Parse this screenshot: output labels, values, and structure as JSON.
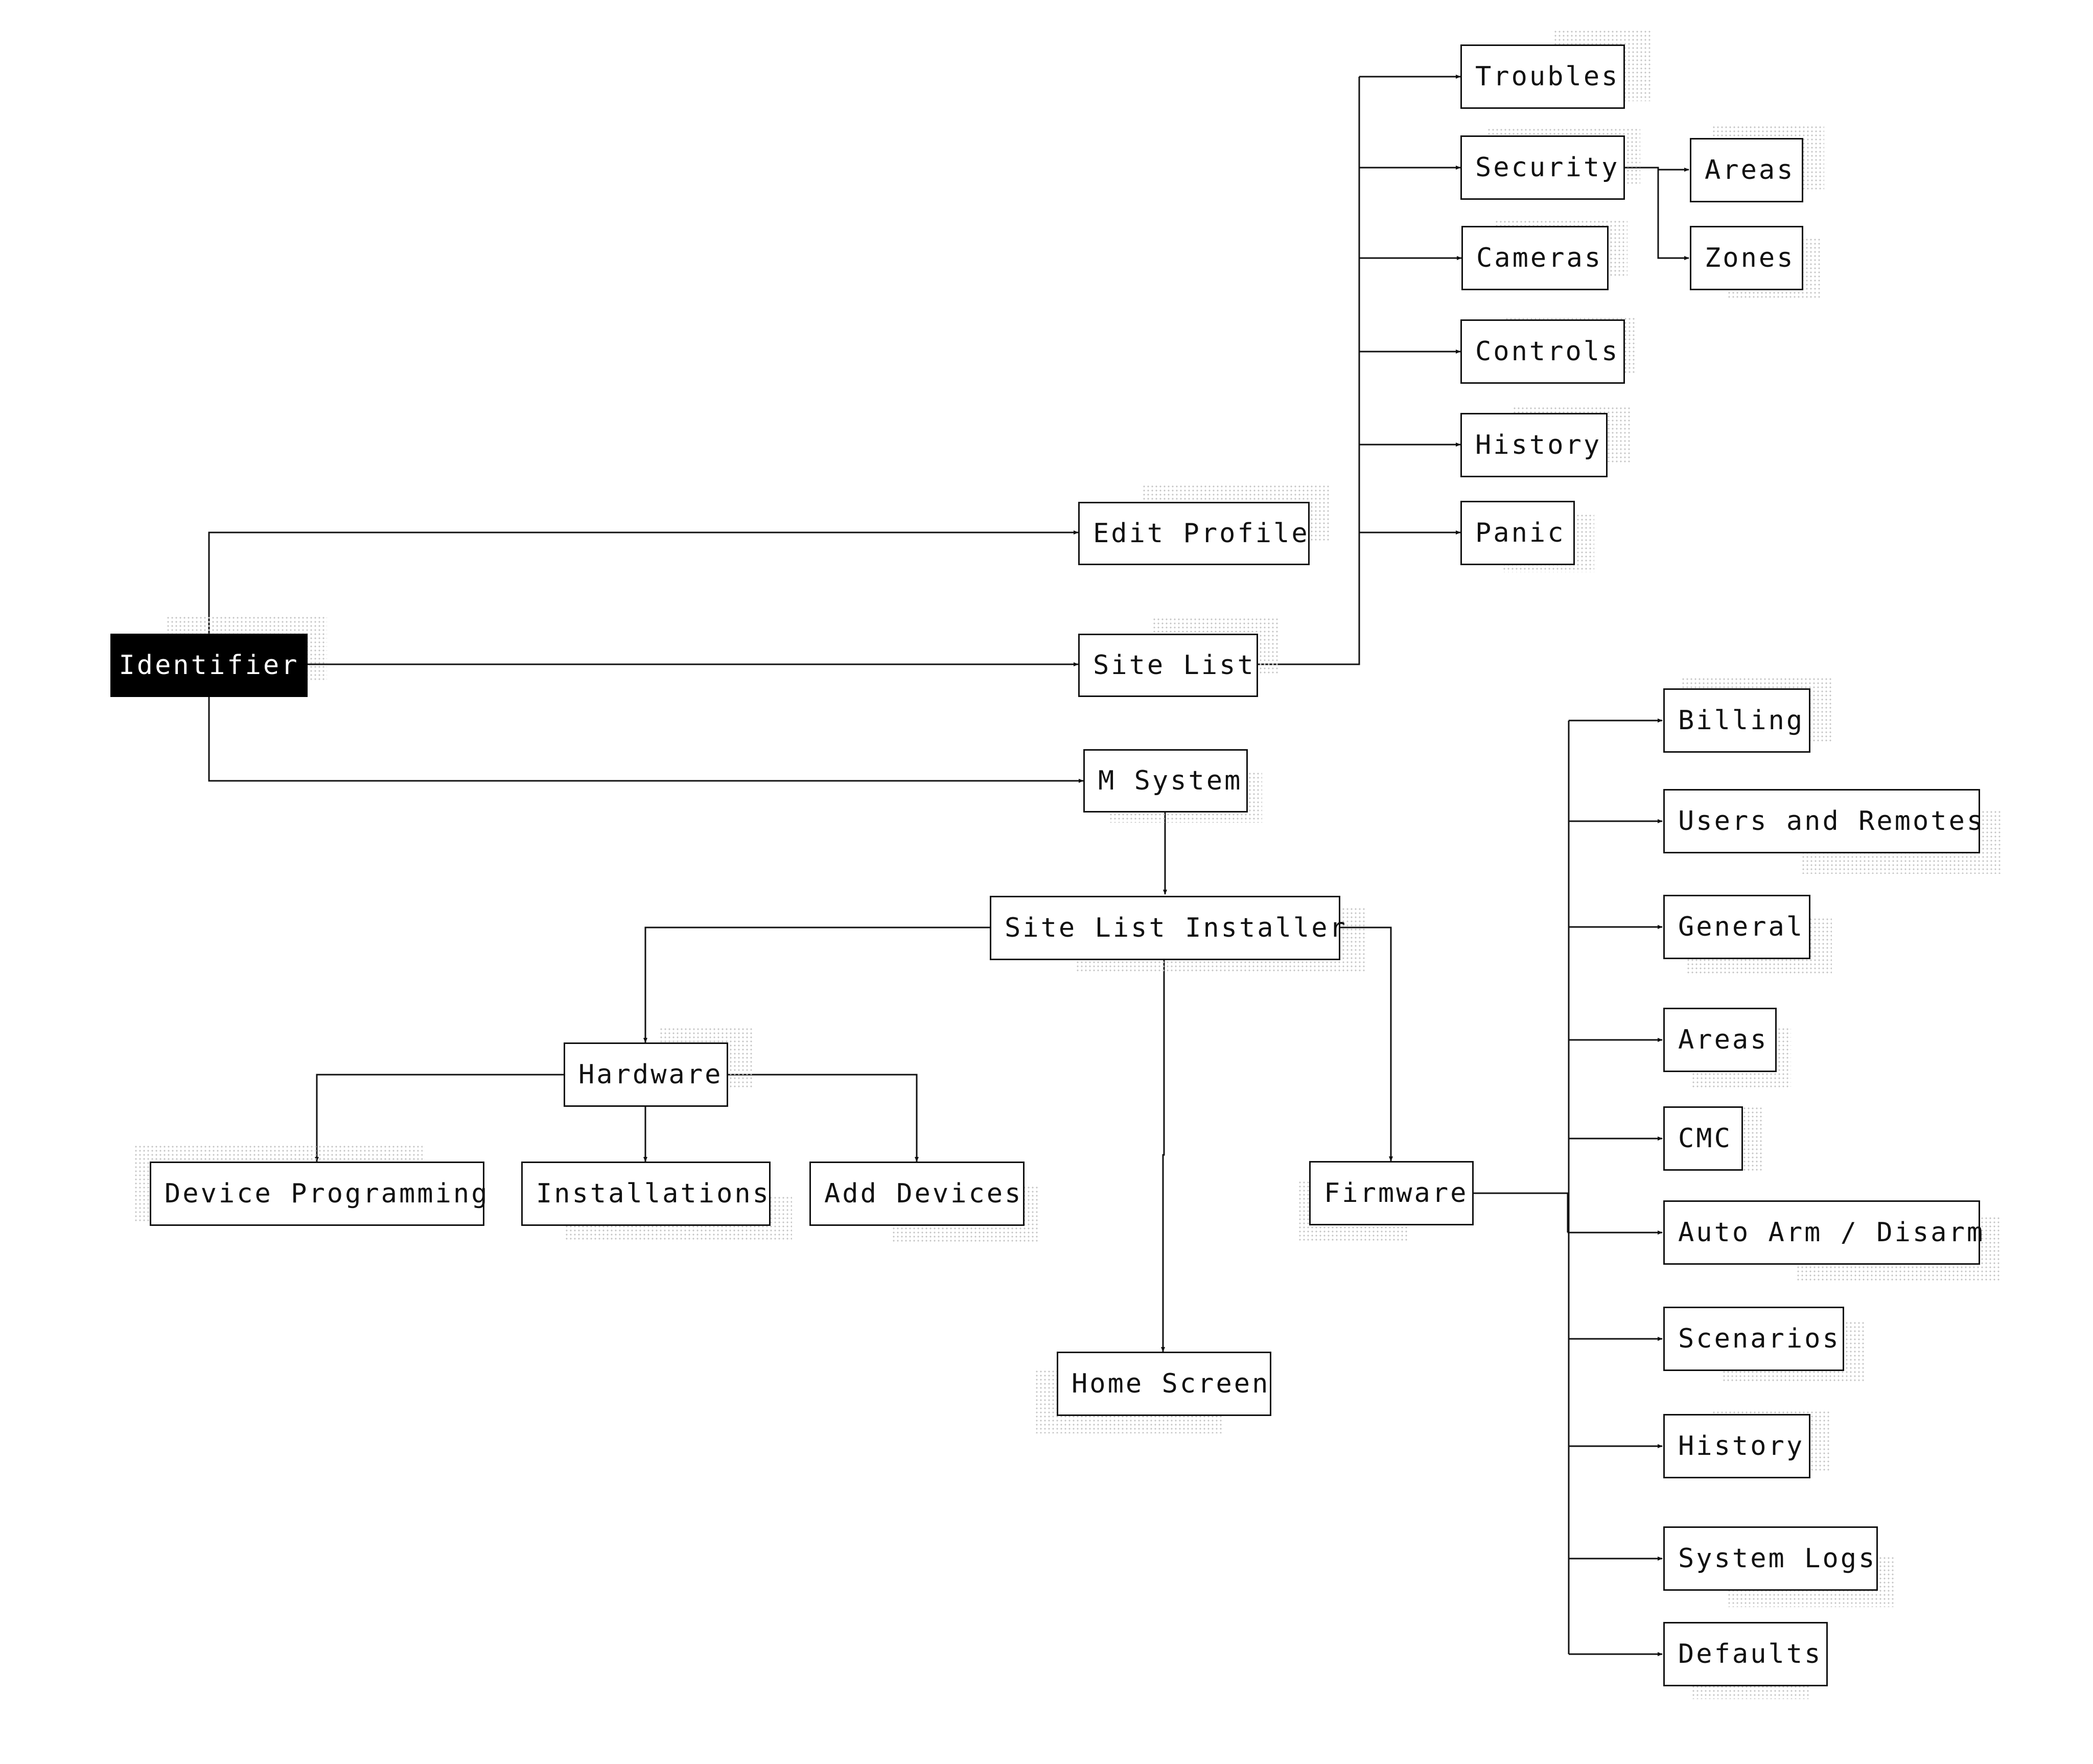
{
  "root": {
    "label": "Identifier"
  },
  "level1": {
    "edit_profile": "Edit Profile",
    "site_list": "Site List",
    "m_system": "M System"
  },
  "site_list_children": {
    "troubles": "Troubles",
    "security": "Security",
    "cameras": "Cameras",
    "controls": "Controls",
    "history": "History",
    "panic": "Panic"
  },
  "security_children": {
    "areas": "Areas",
    "zones": "Zones"
  },
  "m_system_children": {
    "site_list_installer": "Site List Installer"
  },
  "installer_children": {
    "hardware": "Hardware",
    "home_screen": "Home Screen",
    "firmware": "Firmware"
  },
  "hardware_children": {
    "device_programming": "Device Programming",
    "installations": "Installations",
    "add_devices": "Add Devices"
  },
  "firmware_children": {
    "billing": "Billing",
    "users_and_remotes": "Users and Remotes",
    "general": "General",
    "areas": "Areas",
    "cmc": "CMC",
    "auto_arm_disarm": "Auto Arm / Disarm",
    "scenarios": "Scenarios",
    "history": "History",
    "system_logs": "System Logs",
    "defaults": "Defaults"
  },
  "colors": {
    "line": "#111111",
    "root_fill": "#000000",
    "root_text": "#ffffff",
    "shadow_dots": "#c4c4c4"
  }
}
